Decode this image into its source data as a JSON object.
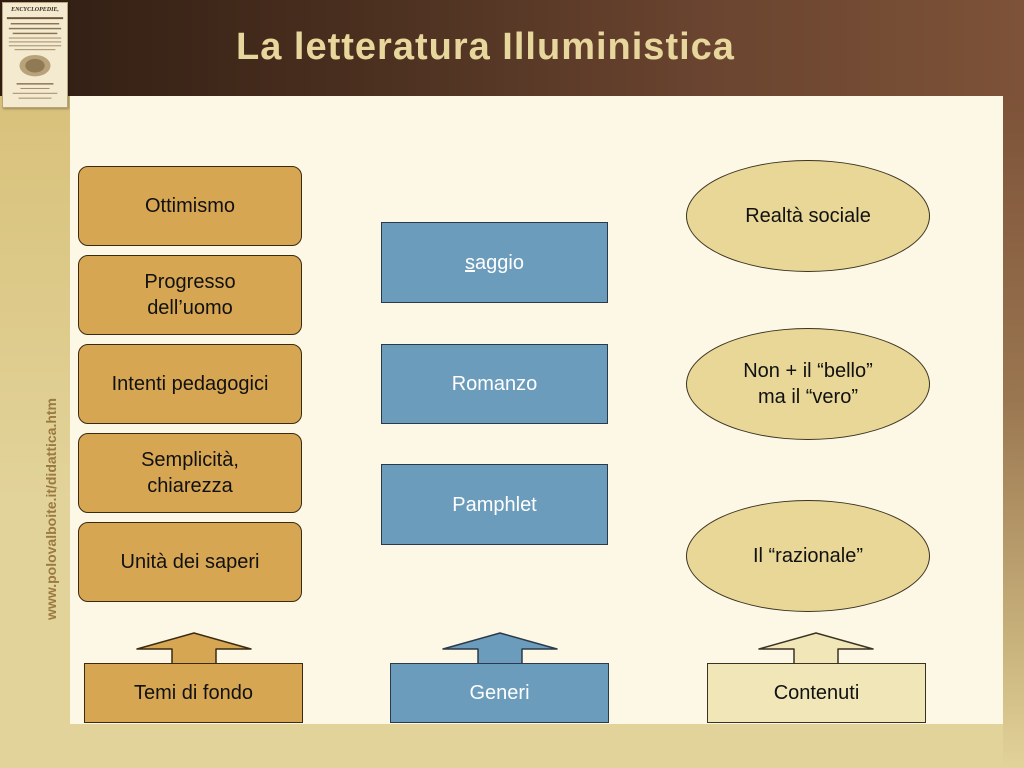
{
  "header": {
    "title": "La letteratura Illuministica",
    "book_title": "ENCYCLOPEDIE,"
  },
  "sidebar": {
    "url": "www.polovalboite.it/didattica.htm"
  },
  "diagram": {
    "temi": [
      "Ottimismo",
      "Progresso\ndell’uomo",
      "Intenti pedagogici",
      "Semplicità,\nchiarezza",
      "Unità dei saperi"
    ],
    "generi": {
      "saggio_first": "s",
      "saggio_rest": "aggio",
      "romanzo": "Romanzo",
      "pamphlet": "Pamphlet"
    },
    "contenuti": [
      "Realtà sociale",
      "Non + il “bello”\nma il “vero”",
      "Il “razionale”"
    ],
    "bases": {
      "temi": "Temi di fondo",
      "generi": "Generi",
      "contenuti": "Contenuti"
    }
  },
  "colors": {
    "orange": "#d7a653",
    "blue": "#6b9cbc",
    "oval": "#e8d796",
    "panel": "#fdf8e6",
    "header_dark": "#2f1d12",
    "title_text": "#e8d79c"
  }
}
